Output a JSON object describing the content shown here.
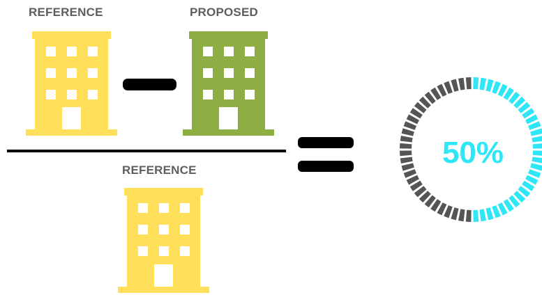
{
  "labels": {
    "reference_top": "REFERENCE",
    "proposed": "PROPOSED",
    "reference_bottom": "REFERENCE"
  },
  "colors": {
    "reference_building": "#ffde59",
    "proposed_building": "#8cae43",
    "label_text": "#5e5e5e",
    "operator": "#000000",
    "ring_filled": "#2ee6f5",
    "ring_empty": "#555555",
    "window": "#ffffff"
  },
  "icons": {
    "reference_top": "building-icon",
    "proposed": "building-icon",
    "reference_bottom": "building-icon",
    "minus": "minus-sign",
    "equals": "equals-sign"
  },
  "result": {
    "percent_text": "50%",
    "percent_value": 50
  }
}
